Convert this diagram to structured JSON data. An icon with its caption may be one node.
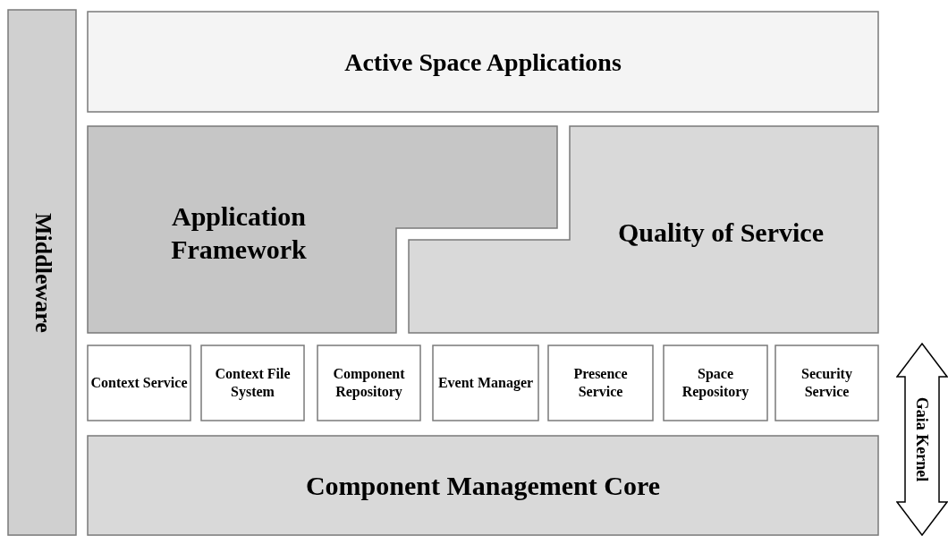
{
  "diagram": {
    "nodes": [
      {
        "text": [
          "Middleware"
        ]
      },
      {
        "text": [
          "Active Space Applications"
        ]
      },
      {
        "text": [
          "Application Framework"
        ]
      },
      {
        "text": [
          "Quality of Service"
        ]
      },
      {
        "text": [
          "Context Service"
        ]
      },
      {
        "text": [
          "Context File System"
        ]
      },
      {
        "text": [
          "Component Repository"
        ]
      },
      {
        "text": [
          "Event Manager"
        ]
      },
      {
        "text": [
          "Presence Service"
        ]
      },
      {
        "text": [
          "Space Repository"
        ]
      },
      {
        "text": [
          "Security Service"
        ]
      },
      {
        "text": [
          "Component Management Core"
        ]
      },
      {
        "text": [
          "Gaia Kernel"
        ]
      }
    ]
  }
}
